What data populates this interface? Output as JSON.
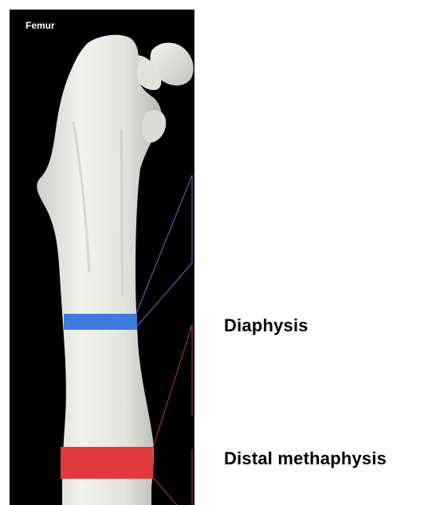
{
  "panel": {
    "title": "Femur"
  },
  "regions": [
    {
      "id": "diaphysis",
      "label": "Diaphysis",
      "color": "#3E7BDB"
    },
    {
      "id": "distal-metaphysis",
      "label": "Distal methaphysis",
      "color": "#E03A3A"
    }
  ],
  "colors": {
    "background": "#000000",
    "bone": "#E9E9E4",
    "bone_shadow": "#B9B9B3",
    "diaphysis_callout": "#5A78C8",
    "metaphysis_callout": "#B53A3A"
  }
}
